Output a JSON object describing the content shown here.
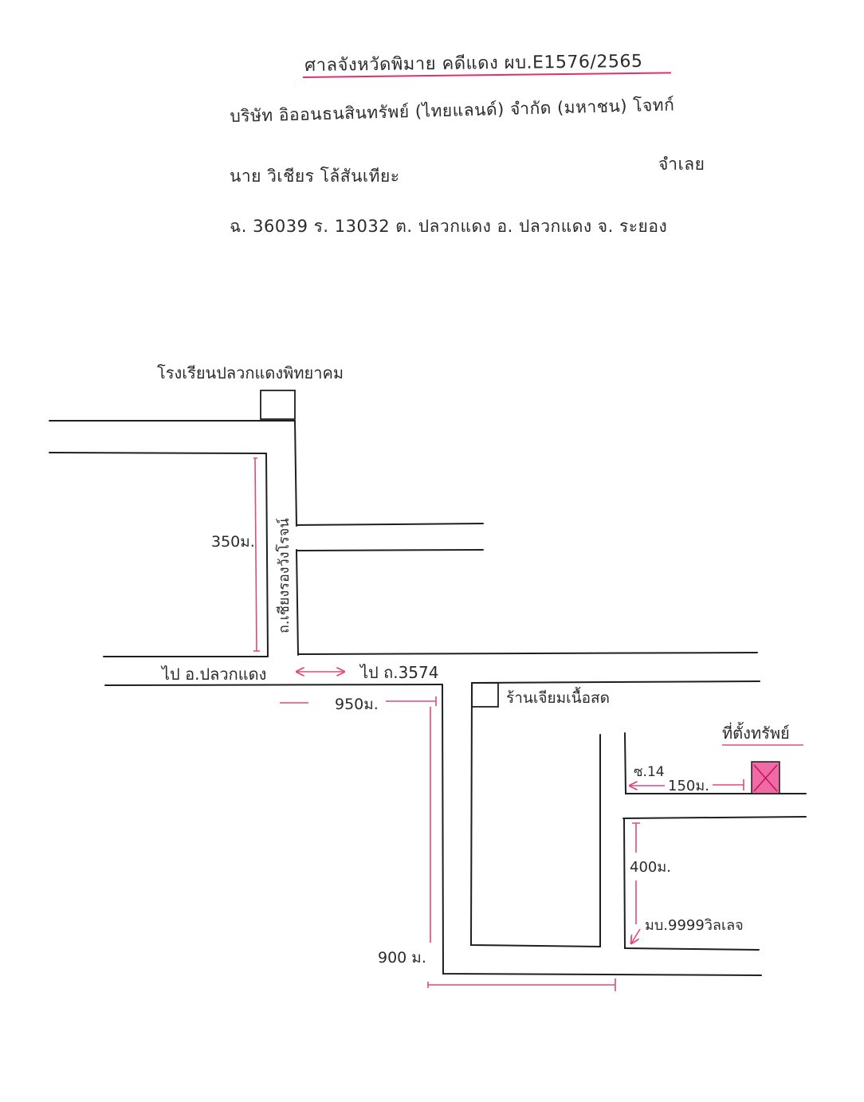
{
  "header": {
    "title": "ศาลจังหวัดพิมาย คดีแดง ผบ.E1576/2565",
    "plaintiff": "บริษัท อิออนธนสินทรัพย์ (ไทยแลนด์) จำกัด (มหาชน) โจทก์",
    "defendant_name": "นาย วิเชียร โล้สันเทียะ",
    "defendant_role": "จำเลย",
    "land_deed": "ฉ. 36039 ร. 13032 ต. ปลวกแดง อ. ปลวกแดง จ. ระยอง"
  },
  "map": {
    "labels": {
      "school": "โรงเรียนปลวกแดงพิทยาคม",
      "road_name": "ถ.เชียงรองวังโรจน์",
      "to_pluakdaeng": "ไป อ.ปลวกแดง",
      "to_3574": "ไป ถ.3574",
      "shop": "ร้านเจียมเนื้อสด",
      "property_location": "ที่ตั้งทรัพย์",
      "soi": "ซ.14",
      "village": "มบ.9999วิลเลจ"
    },
    "distances": {
      "d350": "350ม.",
      "d950": "950ม.",
      "d900": "900 ม.",
      "d150": "150ม.",
      "d400": "400ม."
    },
    "colors": {
      "road": "#1f1f1f",
      "dimension": "#e04a7a",
      "property_fill": "#f06aa6",
      "property_cross": "#c2185b"
    }
  }
}
